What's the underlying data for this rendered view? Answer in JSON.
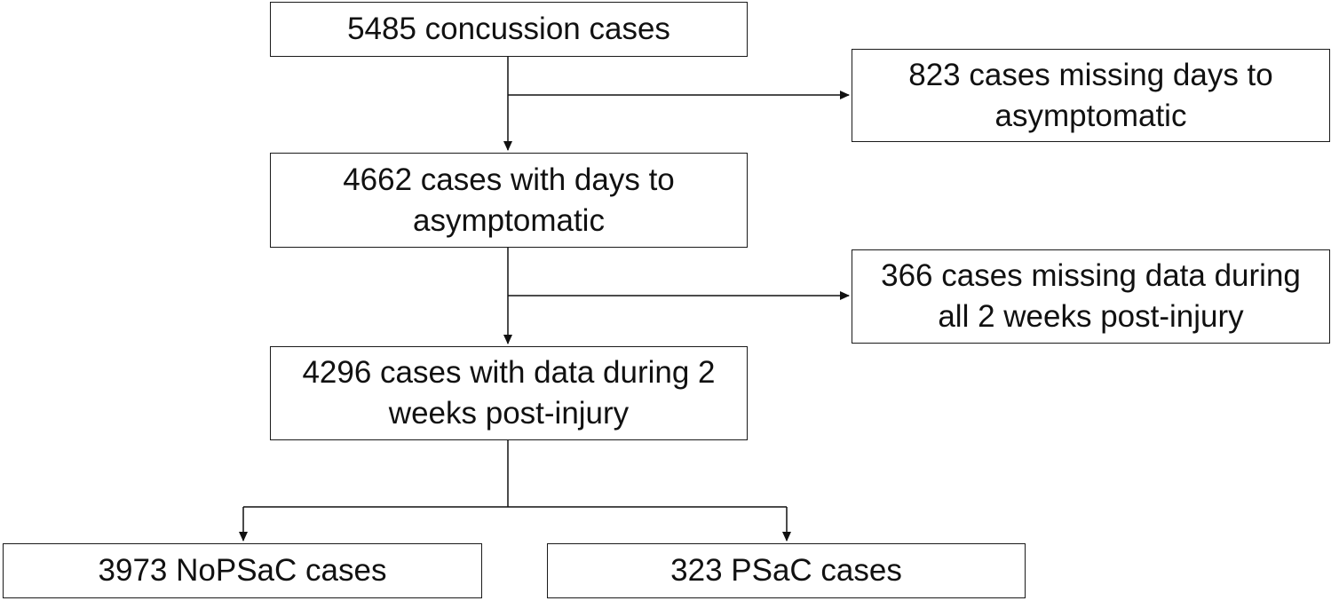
{
  "boxes": {
    "total": "5485 concussion cases",
    "excluded_days": "823 cases missing days to asymptomatic",
    "with_days": "4662 cases with days to asymptomatic",
    "excluded_data": "366 cases missing data during all 2 weeks post-injury",
    "with_data": "4296 cases with data during 2 weeks post-injury",
    "nopsac": "3973 NoPSaC cases",
    "psac": "323 PSaC cases"
  }
}
